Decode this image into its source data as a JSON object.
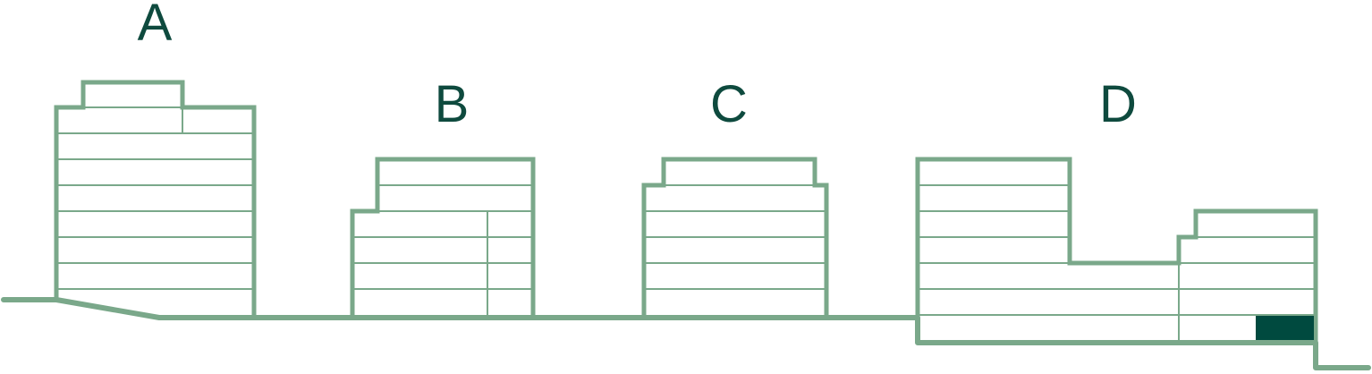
{
  "buildings": [
    {
      "label": "A"
    },
    {
      "label": "B"
    },
    {
      "label": "C"
    },
    {
      "label": "D"
    }
  ],
  "colors": {
    "outline": "#7aa88a",
    "label": "#0e4a3e",
    "highlight": "#004a3f",
    "background": "#ffffff"
  }
}
